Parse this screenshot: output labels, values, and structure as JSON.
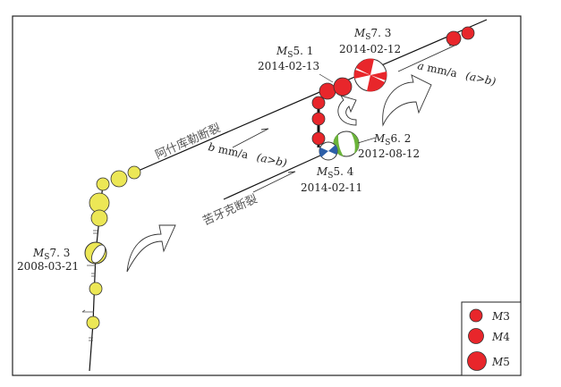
{
  "faults": {
    "upper_name": "阿什库勒断裂",
    "lower_name": "苦牙克断裂",
    "upper_rate": {
      "var": "b",
      "unit": " mm/a",
      "cond": "(a>b)"
    },
    "right_rate": {
      "var": "a",
      "unit": " mm/a",
      "cond": "(a>b)"
    }
  },
  "events": [
    {
      "mag_prefix": "M",
      "mag_sub": "S",
      "mag": "7. 3",
      "date": "2008-03-21"
    },
    {
      "mag_prefix": "M",
      "mag_sub": "S",
      "mag": "5. 1",
      "date": "2014-02-13"
    },
    {
      "mag_prefix": "M",
      "mag_sub": "S",
      "mag": "7. 3",
      "date": "2014-02-12"
    },
    {
      "mag_prefix": "M",
      "mag_sub": "S",
      "mag": "6. 2",
      "date": "2012-08-12"
    },
    {
      "mag_prefix": "M",
      "mag_sub": "S",
      "mag": "5. 4",
      "date": "2014-02-11"
    }
  ],
  "legend": [
    {
      "label_prefix": "M",
      "label": "3"
    },
    {
      "label_prefix": "M",
      "label": "4"
    },
    {
      "label_prefix": "M",
      "label": "5"
    }
  ],
  "colors": {
    "red": "#e8262b",
    "yellow": "#ece756",
    "blue": "#2d5fa8",
    "green": "#6bb43a"
  }
}
